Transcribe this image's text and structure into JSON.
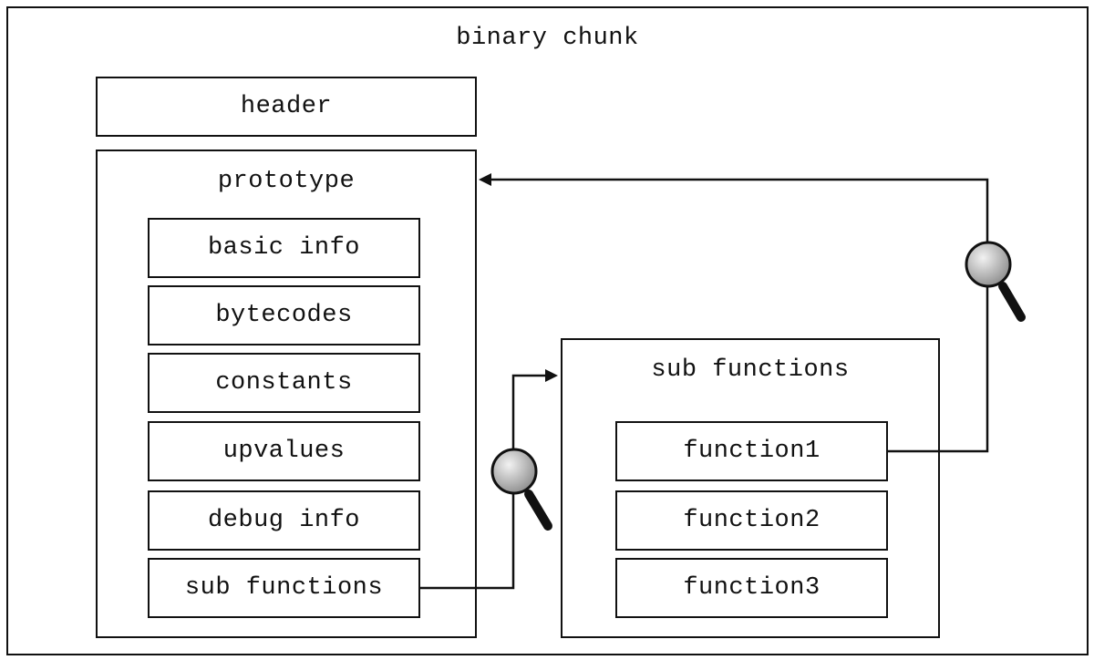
{
  "diagram": {
    "title": "binary chunk",
    "header": {
      "label": "header"
    },
    "prototype": {
      "title": "prototype",
      "items": [
        {
          "label": "basic info"
        },
        {
          "label": "bytecodes"
        },
        {
          "label": "constants"
        },
        {
          "label": "upvalues"
        },
        {
          "label": "debug info"
        },
        {
          "label": "sub functions"
        }
      ]
    },
    "sub_functions": {
      "title": "sub functions",
      "items": [
        {
          "label": "function1"
        },
        {
          "label": "function2"
        },
        {
          "label": "function3"
        }
      ]
    },
    "icons": {
      "magnifier_a": "magnifier-icon",
      "magnifier_b": "magnifier-icon"
    },
    "colors": {
      "stroke": "#111111",
      "lens_light": "#f2f2f2",
      "lens_dark": "#8c8c8c"
    }
  }
}
